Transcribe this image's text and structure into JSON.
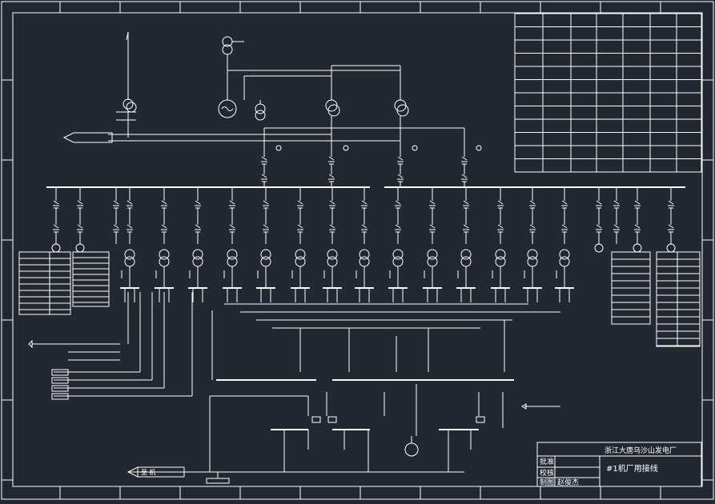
{
  "title_block": {
    "company": "浙江大唐乌沙山发电厂",
    "drawing_title": "#1机厂用接线",
    "rows": [
      {
        "label": "批准",
        "value": ""
      },
      {
        "label": "校核",
        "value": ""
      },
      {
        "label": "制图",
        "value": "赵俊杰"
      }
    ]
  },
  "labels": {
    "bottom_arrow": "至 机"
  },
  "colors": {
    "background": "#222831",
    "line": "#ffffff"
  }
}
